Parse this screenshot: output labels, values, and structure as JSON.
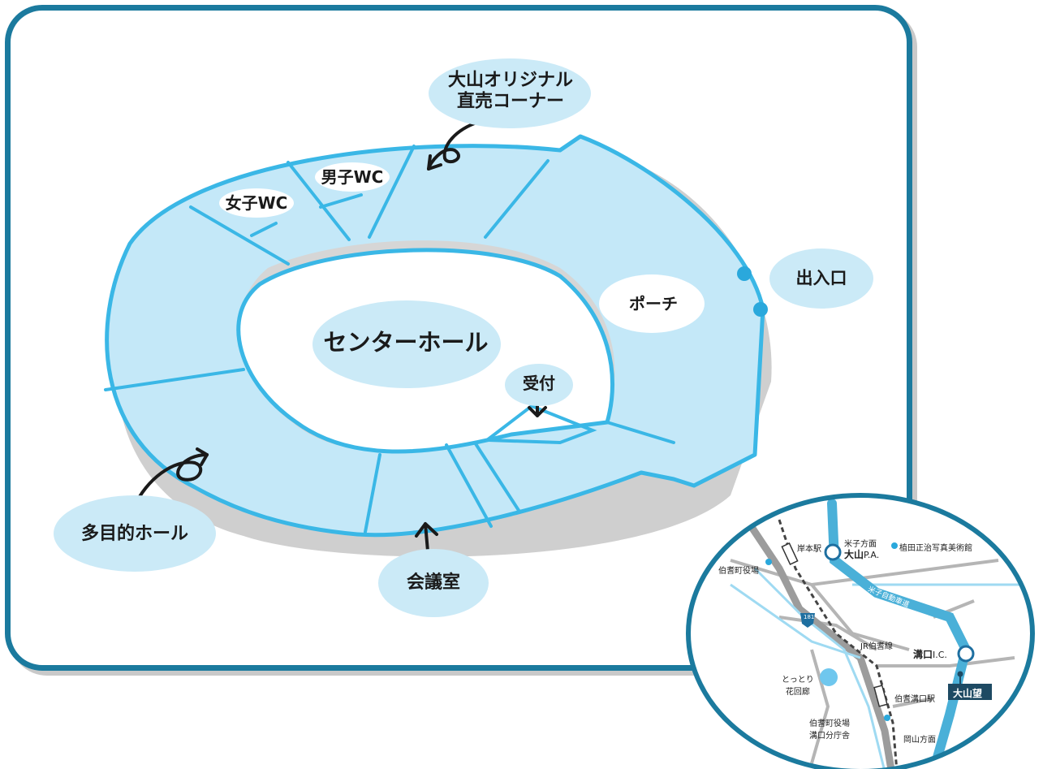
{
  "floor": {
    "title_original_corner": "大山オリジナル\n直売コーナー",
    "original_corner_line1": "大山オリジナル",
    "original_corner_line2": "直売コーナー",
    "mens_wc": "男子WC",
    "womens_wc": "女子WC",
    "porch": "ポーチ",
    "entrance": "出入口",
    "center_hall": "センターホール",
    "reception": "受付",
    "multipurpose_hall": "多目的ホール",
    "meeting_room": "会議室"
  },
  "colors": {
    "frame": "#1b7a9e",
    "room_fill": "#c4e8f8",
    "room_stroke": "#3ab7e6",
    "blob": "#cbeaf7",
    "map_route": "#4ab0d8",
    "map_dark": "#1e4a63"
  },
  "map": {
    "yonago_dir": "米子方面",
    "daisen_pa_bold": "大山",
    "daisen_pa_suffix": "P.A.",
    "ueda_museum": "植田正治写真美術館",
    "kishimoto_station": "岸本駅",
    "hoki_town_office": "伯耆町役場",
    "expressway": "米子自動車道",
    "route_number": "181",
    "jr_line": "JR伯耆線",
    "mizokuchi_bold": "溝口",
    "mizokuchi_suffix": "I.C.",
    "daisenbo": "大山望",
    "tottori_flower_1": "とっとり",
    "tottori_flower_2": "花回廊",
    "hoki_mizokuchi_station": "伯耆溝口駅",
    "branch_office_1": "伯耆町役場",
    "branch_office_2": "溝口分庁舎",
    "okayama_dir": "岡山方面"
  }
}
